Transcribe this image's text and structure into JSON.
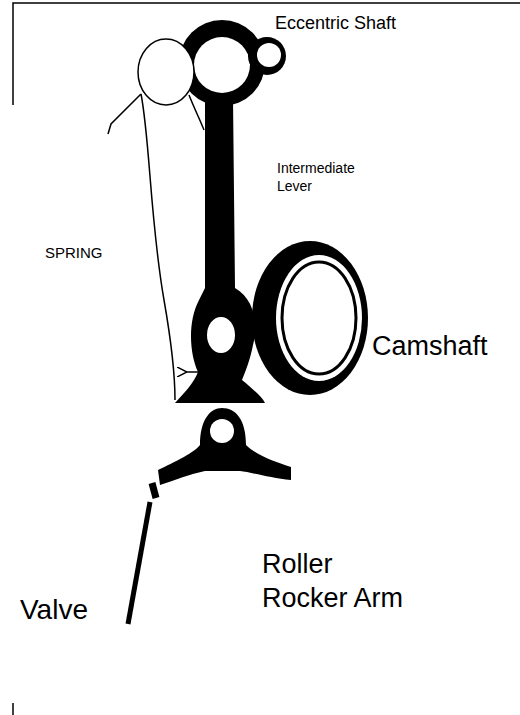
{
  "diagram": {
    "labels": [
      "Eccentric Shaft",
      "Intermediate Lever",
      "SPRING",
      "Camshaft",
      "Valve",
      "Roller Rocker Arm"
    ]
  }
}
